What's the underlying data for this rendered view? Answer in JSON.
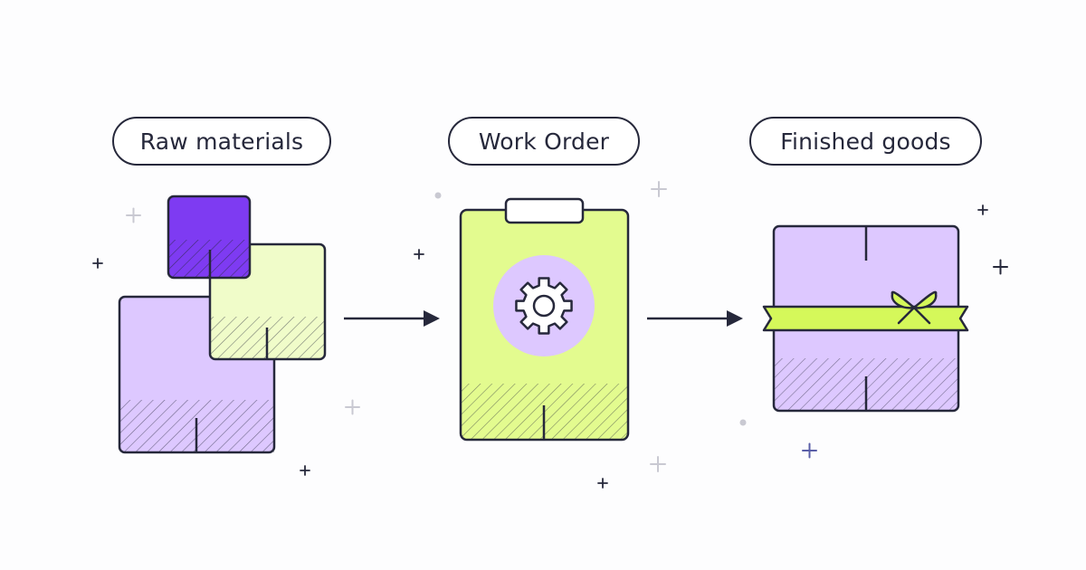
{
  "stages": [
    {
      "label": "Raw materials"
    },
    {
      "label": "Work Order"
    },
    {
      "label": "Finished goods"
    }
  ],
  "colors": {
    "outline": "#26283b",
    "purple_dark": "#7e3bf2",
    "lavender": "#ddc8ff",
    "lime_light": "#f0fcc9",
    "lime": "#e3fb8f",
    "lime_bright": "#d5f85a",
    "sparkle_light": "#c9c9d2"
  },
  "icons": [
    "gear-icon",
    "bow-icon",
    "arrow-right-icon",
    "sparkle-plus-icon"
  ]
}
